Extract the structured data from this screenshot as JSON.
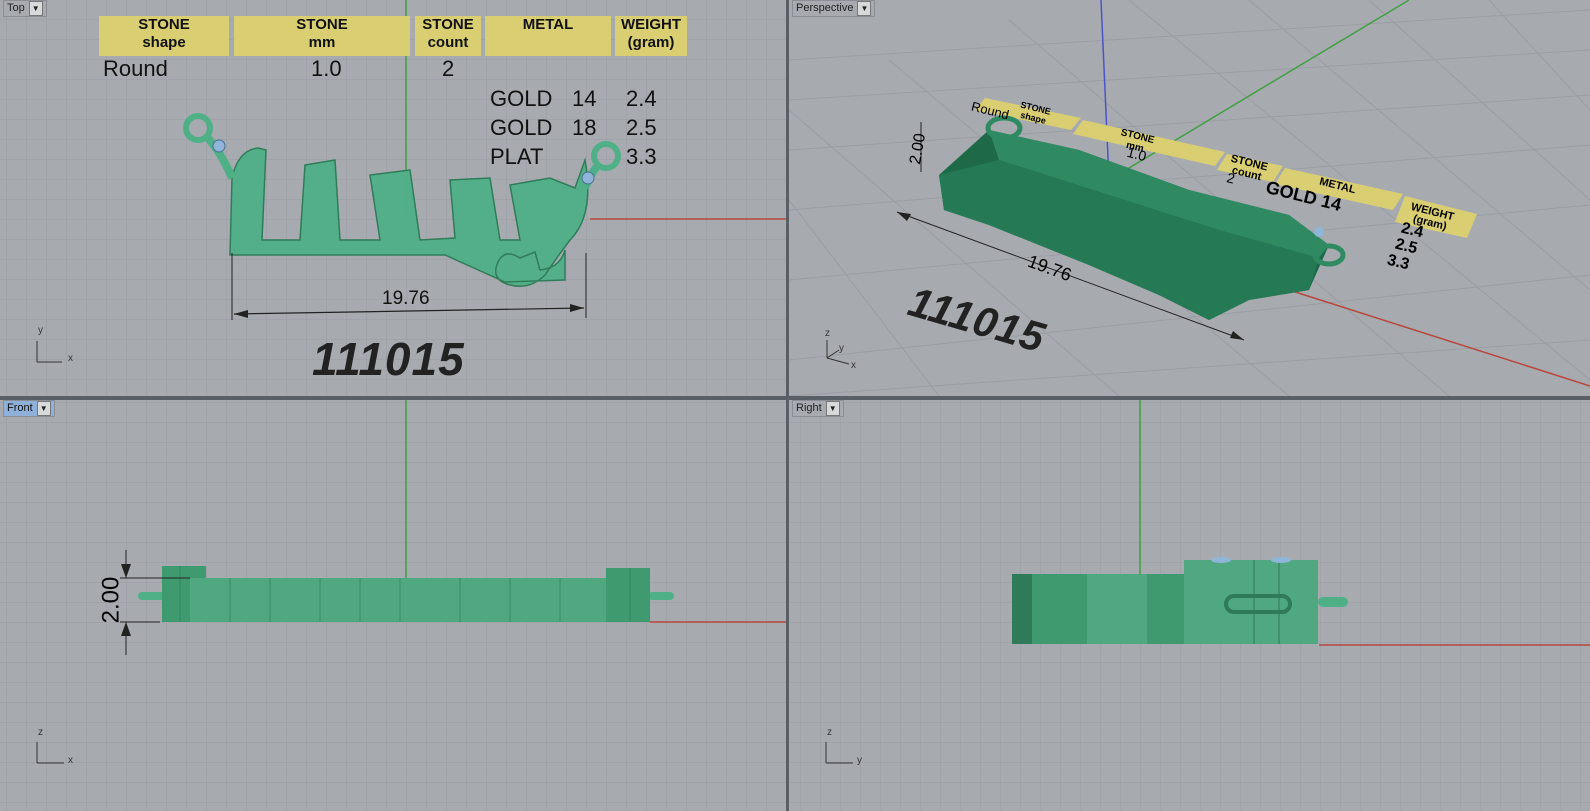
{
  "viewports": {
    "top": {
      "label": "Top"
    },
    "perspective": {
      "label": "Perspective"
    },
    "front": {
      "label": "Front"
    },
    "right": {
      "label": "Right"
    }
  },
  "table": {
    "headers": [
      {
        "line1": "STONE",
        "line2": "shape"
      },
      {
        "line1": "STONE",
        "line2": "mm"
      },
      {
        "line1": "STONE",
        "line2": "count"
      },
      {
        "line1": "METAL",
        "line2": ""
      },
      {
        "line1": "WEIGHT",
        "line2": "(gram)"
      }
    ],
    "stone_shape": "Round",
    "stone_mm": "1.0",
    "stone_count": "2",
    "metals": [
      {
        "metal": "GOLD",
        "karat": "14",
        "weight": "2.4"
      },
      {
        "metal": "GOLD",
        "karat": "18",
        "weight": "2.5"
      },
      {
        "metal": "PLAT",
        "karat": "",
        "weight": "3.3"
      }
    ]
  },
  "dimensions": {
    "width": "19.76",
    "height": "2.00"
  },
  "serial": "111015",
  "axes": {
    "x": "x",
    "y": "y",
    "z": "z"
  },
  "colors": {
    "model": "#2f8a62",
    "grid": "#9a9ea4",
    "axis_x": "#b8463c",
    "axis_y": "#3fa043",
    "axis_z": "#4a54c8",
    "table_header": "#d9cf72"
  }
}
